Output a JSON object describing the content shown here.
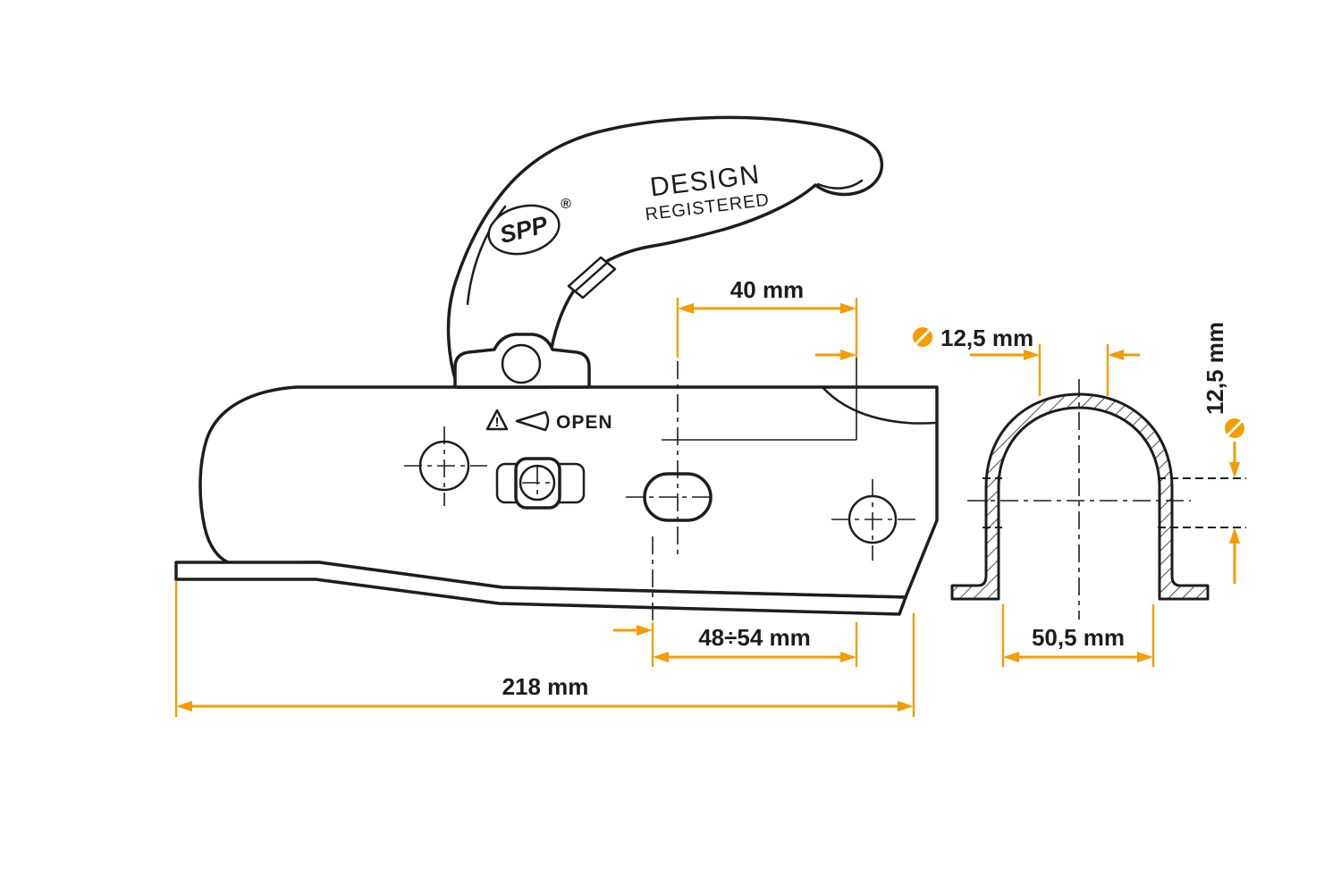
{
  "page": {
    "background": "#ffffff"
  },
  "colors": {
    "line": "#1d1d1b",
    "dimension_accent": "#f59c00",
    "label_text": "#1d1d1b"
  },
  "branding": {
    "logo_text": "SPP",
    "registered_symbol": "®",
    "design_registered_line1": "DESIGN",
    "design_registered_line2": "REGISTERED"
  },
  "annotations": {
    "open_label": "OPEN",
    "warning_exclamation": "!"
  },
  "icons": {
    "diameter-icon": "Ø",
    "warning-triangle-icon": "⚠",
    "open-pointer-icon": "◁"
  },
  "dimensions": {
    "hole_spacing_top": "40 mm",
    "hole_diameter_top": "12,5 mm",
    "hole_diameter_side": "12,5 mm",
    "slot_adjustment_range": "48÷54 mm",
    "overall_length": "218 mm",
    "profile_inner_width": "50,5 mm"
  }
}
